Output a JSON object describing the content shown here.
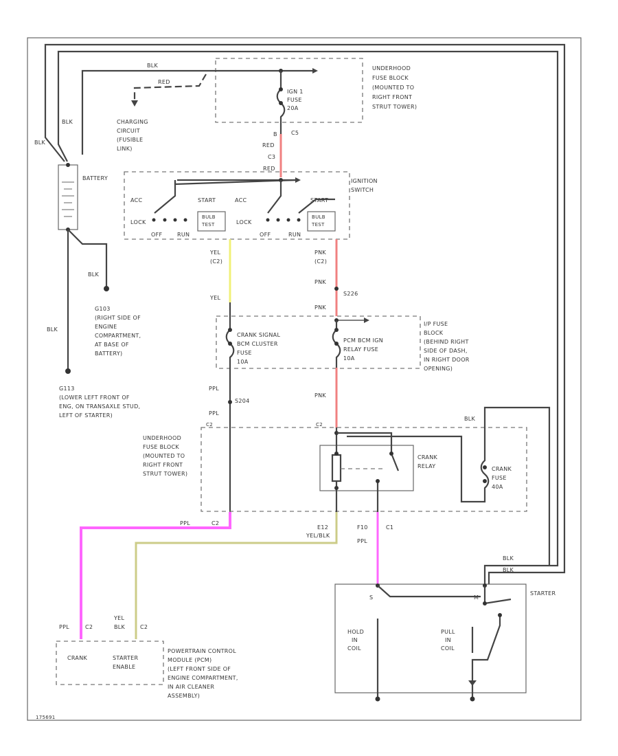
{
  "colors": {
    "red_wire": "#f08080",
    "yellow_wire": "#f0f078",
    "pink_wire": "#ff66ff",
    "tan_wire": "#cccc88",
    "black_wire": "#444444"
  },
  "labels": {
    "blk_top": "BLK",
    "blk_left1": "BLK",
    "blk_left2": "BLK",
    "blk_ground": "BLK",
    "blk_lower": "BLK",
    "red_charge": "RED",
    "charging_circuit": [
      "CHARGING",
      "CIRCUIT",
      "(FUSIBLE",
      "LINK)"
    ],
    "battery": "BATTERY",
    "underhood_fuse_top": [
      "UNDERHOOD",
      "FUSE BLOCK",
      "(MOUNTED TO",
      "RIGHT FRONT",
      "STRUT TOWER)"
    ],
    "ign1_fuse": [
      "IGN 1",
      "FUSE",
      "20A"
    ],
    "c5": "C5",
    "red_1": "RED",
    "b_top": "B",
    "c3": "C3",
    "red_2": "RED",
    "ignition_switch": [
      "IGNITION",
      "SWITCH"
    ],
    "acc": "ACC",
    "start_1": "START",
    "acc2": "ACC",
    "start_2": "START",
    "lock_1": "LOCK",
    "bulb_test_1": [
      "BULB",
      "TEST"
    ],
    "lock_2": "LOCK",
    "bulb_test_2": [
      "BULB",
      "TEST"
    ],
    "off_1": "OFF",
    "run_1": "RUN",
    "off_2": "OFF",
    "run_2": "RUN",
    "yel_c2": [
      "YEL",
      "(C2)"
    ],
    "pnk_c2": [
      "PNK",
      "(C2)"
    ],
    "g103": [
      "G103",
      "(RIGHT SIDE OF",
      "ENGINE",
      "COMPARTMENT,",
      "AT BASE OF",
      "BATTERY)"
    ],
    "pnk_s226": "PNK",
    "s226": "S226",
    "yel_mid": "YEL",
    "pnk_mid": "PNK",
    "crank_signal_fuse": [
      "CRANK SIGNAL",
      "BCM CLUSTER",
      "FUSE",
      "10A"
    ],
    "pcm_bcm_fuse": [
      "PCM BCM IGN",
      "RELAY FUSE",
      "10A"
    ],
    "ip_fuse_block": [
      "I/P FUSE",
      "BLOCK",
      "(BEHIND RIGHT",
      "SIDE OF DASH,",
      "IN RIGHT DOOR",
      "OPENING)"
    ],
    "g113": [
      "G113",
      "(LOWER LEFT FRONT OF",
      "ENG, ON TRANSAXLE STUD,",
      "LEFT OF STARTER)"
    ],
    "ppl_1": "PPL",
    "s204": "S204",
    "ppl_2": "PPL",
    "pnk_lower": "PNK",
    "blk_relay": "BLK",
    "c2_a": "C2",
    "c2_b": "C2",
    "underhood_fuse_lower": [
      "UNDERHOOD",
      "FUSE BLOCK",
      "(MOUNTED TO",
      "RIGHT FRONT",
      "STRUT TOWER)"
    ],
    "crank_relay": [
      "CRANK",
      "RELAY"
    ],
    "crank_fuse": [
      "CRANK",
      "FUSE",
      "40A"
    ],
    "ppl_c2": "PPL",
    "c2_c": "C2",
    "e12": "E12",
    "yel_blk": "YEL/BLK",
    "f10": "F10",
    "c1": "C1",
    "ppl_f10": "PPL",
    "blk_s1": "BLK",
    "blk_s2": "BLK",
    "starter": "STARTER",
    "ppl_pcm": "PPL",
    "c2_pcm1": "C2",
    "yel_pcm": "YEL",
    "blk_pcm": "BLK",
    "c2_pcm2": "C2",
    "crank_pcm": "CRANK",
    "starter_enable": [
      "STARTER",
      "ENABLE"
    ],
    "pcm_desc": [
      "POWERTRAIN CONTROL",
      "MODULE (PCM)",
      "(LEFT FRONT SIDE OF",
      "ENGINE COMPARTMENT,",
      "IN AIR CLEANER",
      "ASSEMBLY)"
    ],
    "hold_in": [
      "HOLD",
      "IN",
      "COIL"
    ],
    "pull_in": [
      "PULL",
      "IN",
      "COIL"
    ],
    "s_term": "S",
    "m_term": "M",
    "code": "175691"
  }
}
